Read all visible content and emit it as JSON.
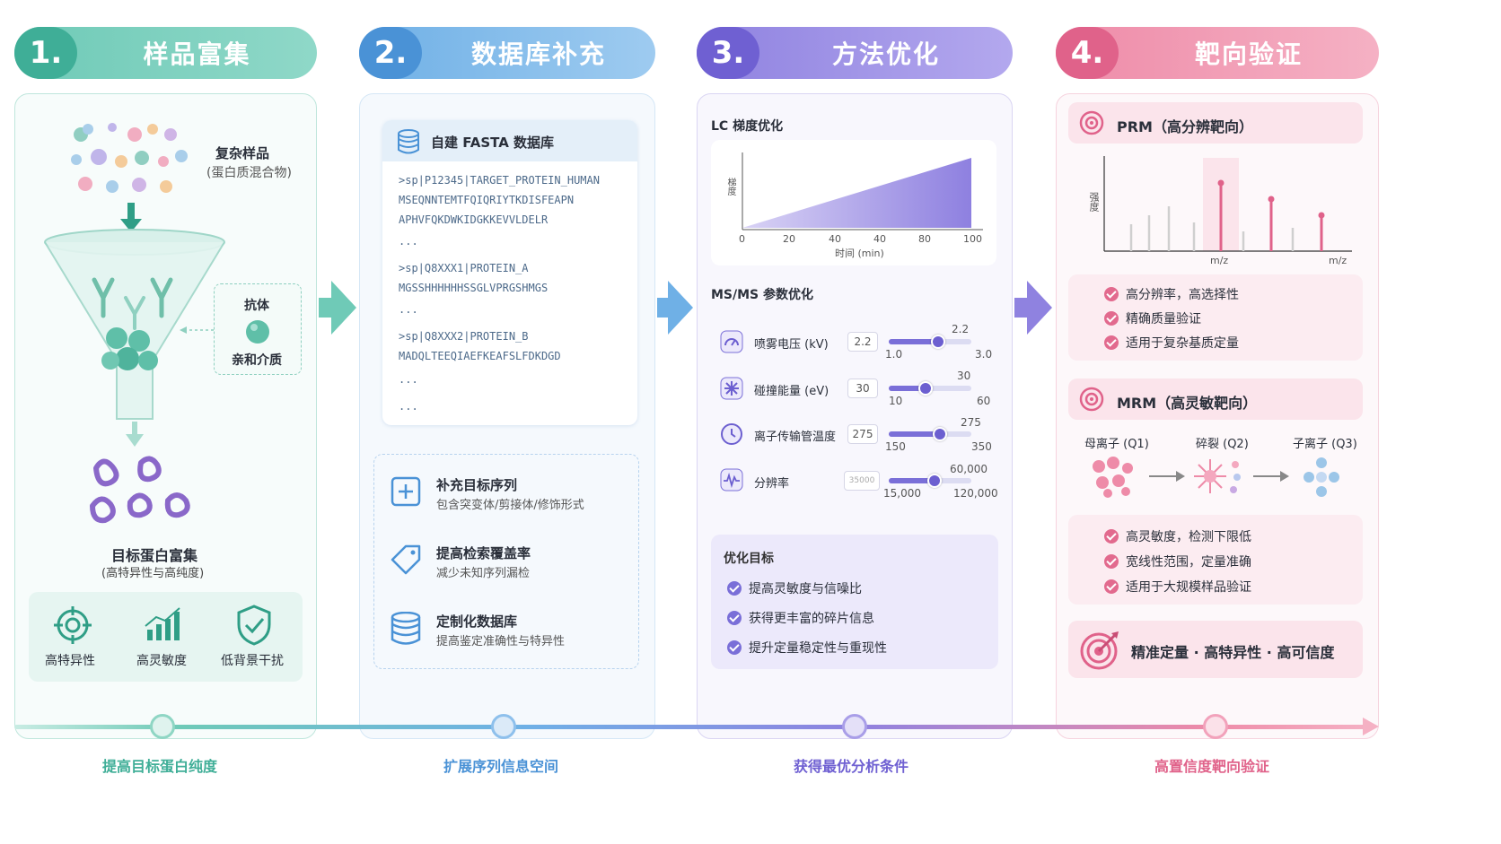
{
  "colors": {
    "teal": "#4fb9a4",
    "blue": "#5a9fdc",
    "purple": "#7d6fd6",
    "pink": "#e26a8e"
  },
  "steps": [
    {
      "num": "1.",
      "title": "样品富集"
    },
    {
      "num": "2.",
      "title": "数据库补充"
    },
    {
      "num": "3.",
      "title": "方法优化"
    },
    {
      "num": "4.",
      "title": "靶向验证"
    }
  ],
  "panel1": {
    "sample_title": "复杂样品",
    "sample_sub": "(蛋白质混合物)",
    "antibody_label": "抗体",
    "affinity_label": "亲和介质",
    "result_title": "目标蛋白富集",
    "result_sub": "(高特异性与高纯度)",
    "features": [
      "高特异性",
      "高灵敏度",
      "低背景干扰"
    ]
  },
  "panel2": {
    "db_title": "自建 FASTA 数据库",
    "fasta_lines": [
      ">sp|P12345|TARGET_PROTEIN_HUMAN",
      "MSEQNNTEMTFQIQRIYTKDISFEAPN",
      "APHVFQKDWKIDGKKEVVLDELR",
      "...",
      ">sp|Q8XXX1|PROTEIN_A",
      "MGSSHHHHHHSSGLVPRGSHMGS",
      "...",
      ">sp|Q8XXX2|PROTEIN_B",
      "MADQLTEEQIAEFKEAFSLFDKDGD",
      "...",
      "..."
    ],
    "items": [
      {
        "title": "补充目标序列",
        "desc": "包含突变体/剪接体/修饰形式"
      },
      {
        "title": "提高检索覆盖率",
        "desc": "减少未知序列漏检"
      },
      {
        "title": "定制化数据库",
        "desc": "提高鉴定准确性与特异性"
      }
    ]
  },
  "panel3": {
    "lc_title": "LC 梯度优化",
    "lc_ylabel": "梯度",
    "lc_xlabel": "时间 (min)",
    "lc_ticks": [
      "0",
      "20",
      "40",
      "40",
      "80",
      "100"
    ],
    "ms_title": "MS/MS 参数优化",
    "params": [
      {
        "label": "喷雾电压 (kV)",
        "value": "2.2",
        "min": "1.0",
        "max": "3.0",
        "top": "2.2",
        "pos": 0.6
      },
      {
        "label": "碰撞能量 (eV)",
        "value": "30",
        "min": "10",
        "max": "60",
        "top": "30",
        "pos": 0.45
      },
      {
        "label": "离子传输管温度",
        "value": "275",
        "min": "150",
        "max": "350",
        "top": "275",
        "pos": 0.62
      },
      {
        "label": "分辨率",
        "value": "35000",
        "min": "15,000",
        "max": "120,000",
        "top": "60,000",
        "pos": 0.55
      }
    ],
    "goal_title": "优化目标",
    "goals": [
      "提高灵敏度与信噪比",
      "获得更丰富的碎片信息",
      "提升定量稳定性与重现性"
    ]
  },
  "panel4": {
    "prm_title": "PRM（高分辨靶向）",
    "prm_ylabel": "强度",
    "prm_xlabel1": "m/z",
    "prm_xlabel2": "m/z",
    "prm_points": [
      "高分辨率，高选择性",
      "精确质量验证",
      "适用于复杂基质定量"
    ],
    "mrm_title": "MRM（高灵敏靶向）",
    "mrm_labels": [
      "母离子 (Q1)",
      "碎裂 (Q2)",
      "子离子 (Q3)"
    ],
    "mrm_points": [
      "高灵敏度，检测下限低",
      "宽线性范围，定量准确",
      "适用于大规模样品验证"
    ],
    "summary": "精准定量 · 高特异性 · 高可信度"
  },
  "timeline": [
    "提高目标蛋白纯度",
    "扩展序列信息空间",
    "获得最优分析条件",
    "高置信度靶向验证"
  ]
}
